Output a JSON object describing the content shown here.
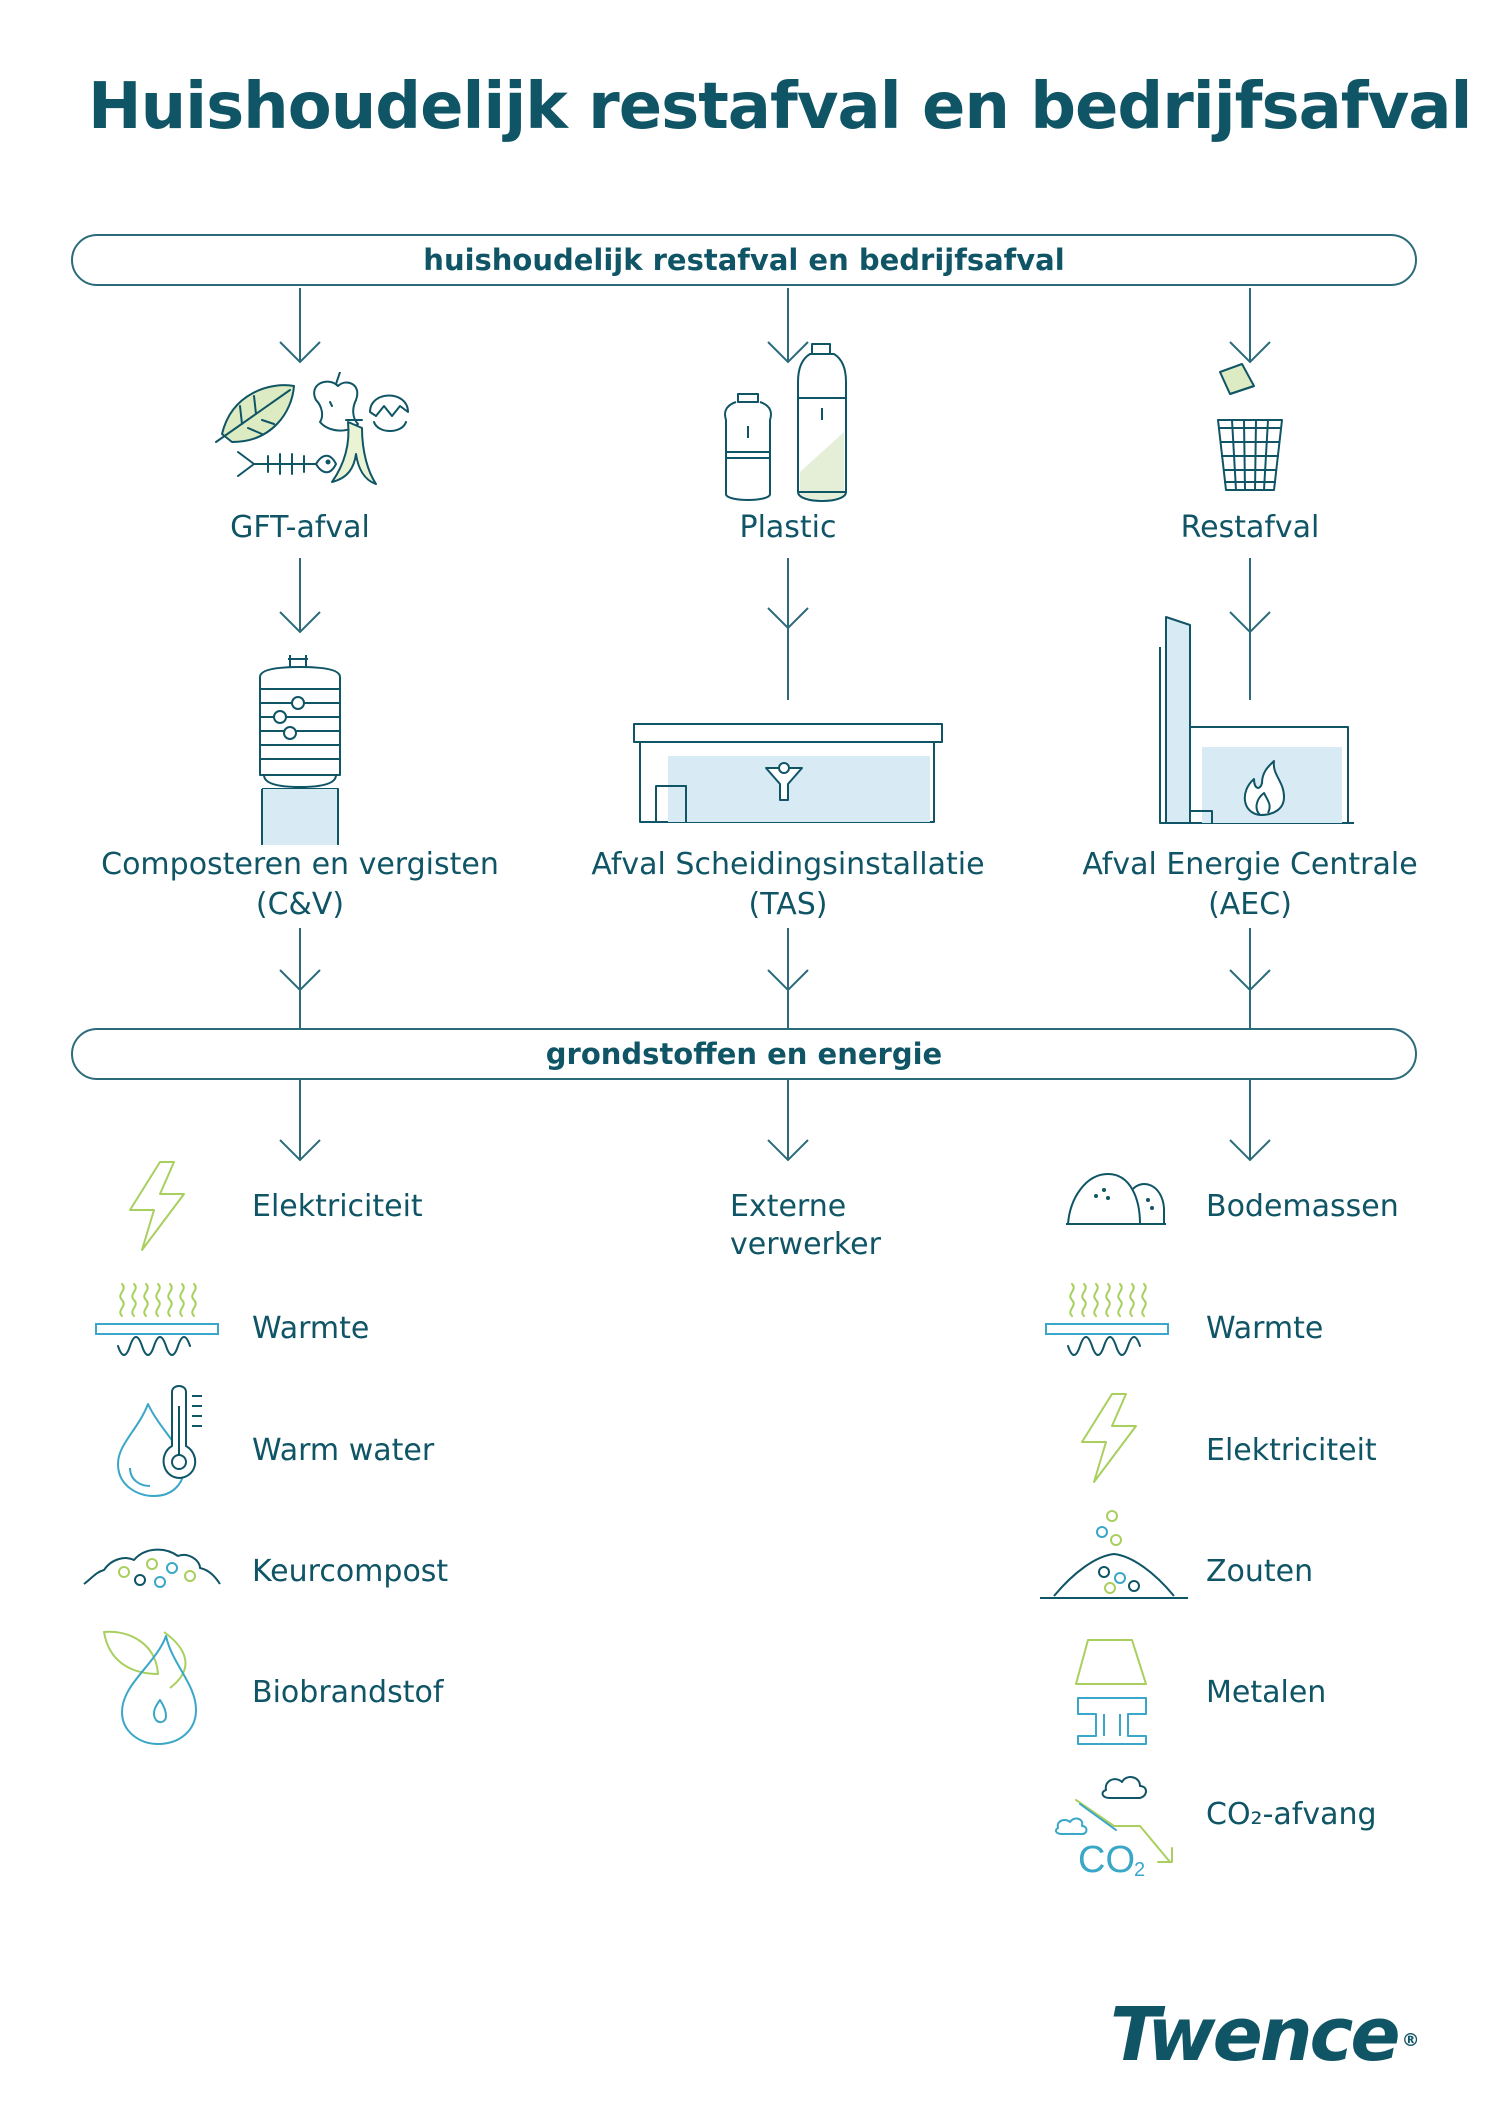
{
  "title": "Huishoudelijk restafval en bedrijfsafval",
  "top_box": "huishoudelijk restafval en bedrijfsafval",
  "middle_box": "grondstoffen en energie",
  "streams": [
    {
      "waste": "GFT-afval",
      "facility_line1": "Composteren en vergisten",
      "facility_line2": "(C&V)"
    },
    {
      "waste": "Plastic",
      "facility_line1": "Afval Scheidingsinstallatie",
      "facility_line2": "(TAS)"
    },
    {
      "waste": "Restafval",
      "facility_line1": "Afval Energie Centrale",
      "facility_line2": "(AEC)"
    }
  ],
  "outputs_left": [
    "Elektriciteit",
    "Warmte",
    "Warm water",
    "Keurcompost",
    "Biobrandstof"
  ],
  "output_middle": {
    "line1": "Externe",
    "line2": "verwerker"
  },
  "outputs_right": [
    "Bodemassen",
    "Warmte",
    "Elektriciteit",
    "Zouten",
    "Metalen",
    "CO₂-afvang"
  ],
  "co2_icon_text": "CO",
  "co2_icon_sub": "2",
  "logo_text": "Twence",
  "logo_mark": "®",
  "colors": {
    "dark": "#0f5566",
    "line": "#2c6b7a",
    "green": "#a9cf5f",
    "blue": "#3aa7c8",
    "lightblue": "#d8eaf4"
  },
  "icons": [
    "leaf-icon",
    "fish-bone-icon",
    "apple-core-icon",
    "eggshell-icon",
    "banana-peel-icon",
    "bottle-icon",
    "trash-bin-icon",
    "compost-tower-icon",
    "sorting-plant-icon",
    "energy-plant-icon",
    "lightning-icon",
    "heat-icon",
    "water-drop-thermometer-icon",
    "compost-heap-icon",
    "biofuel-icon",
    "bottom-ash-icon",
    "salt-heap-icon",
    "metal-icon",
    "co2-capture-icon",
    "twence-logo"
  ]
}
